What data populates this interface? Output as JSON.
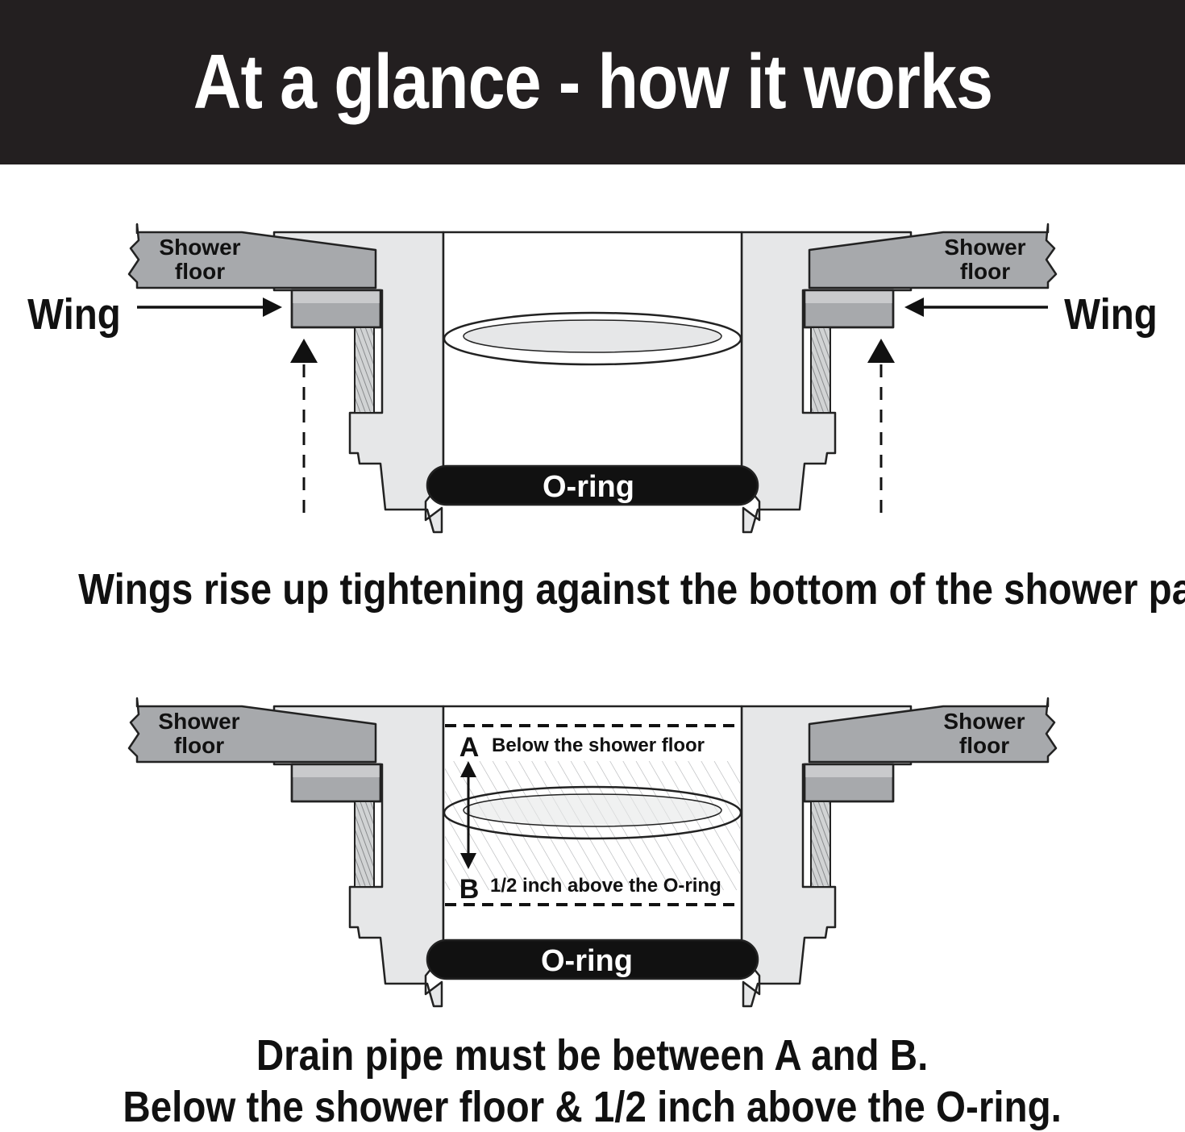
{
  "header": {
    "title": "At a glance - how it works"
  },
  "diagram_top": {
    "wing_left": "Wing",
    "wing_right": "Wing",
    "floor_left": [
      "Shower",
      "floor"
    ],
    "floor_right": [
      "Shower",
      "floor"
    ],
    "oring": "O-ring"
  },
  "caption_top": "Wings rise up tightening against the bottom of the shower pan.",
  "diagram_bottom": {
    "floor_left": [
      "Shower",
      "floor"
    ],
    "floor_right": [
      "Shower",
      "floor"
    ],
    "marker_a": "A",
    "marker_a_text": "Below the shower floor",
    "marker_b": "B",
    "marker_b_text": "1/2 inch above the O-ring",
    "oring": "O-ring"
  },
  "caption_bottom": [
    "Drain pipe must be between A and B.",
    "Below the shower floor & 1/2 inch above the O-ring."
  ],
  "colors": {
    "banner": "#231f20",
    "floor": "#a7a9ac",
    "body": "#e6e7e8",
    "oring": "#111111"
  }
}
